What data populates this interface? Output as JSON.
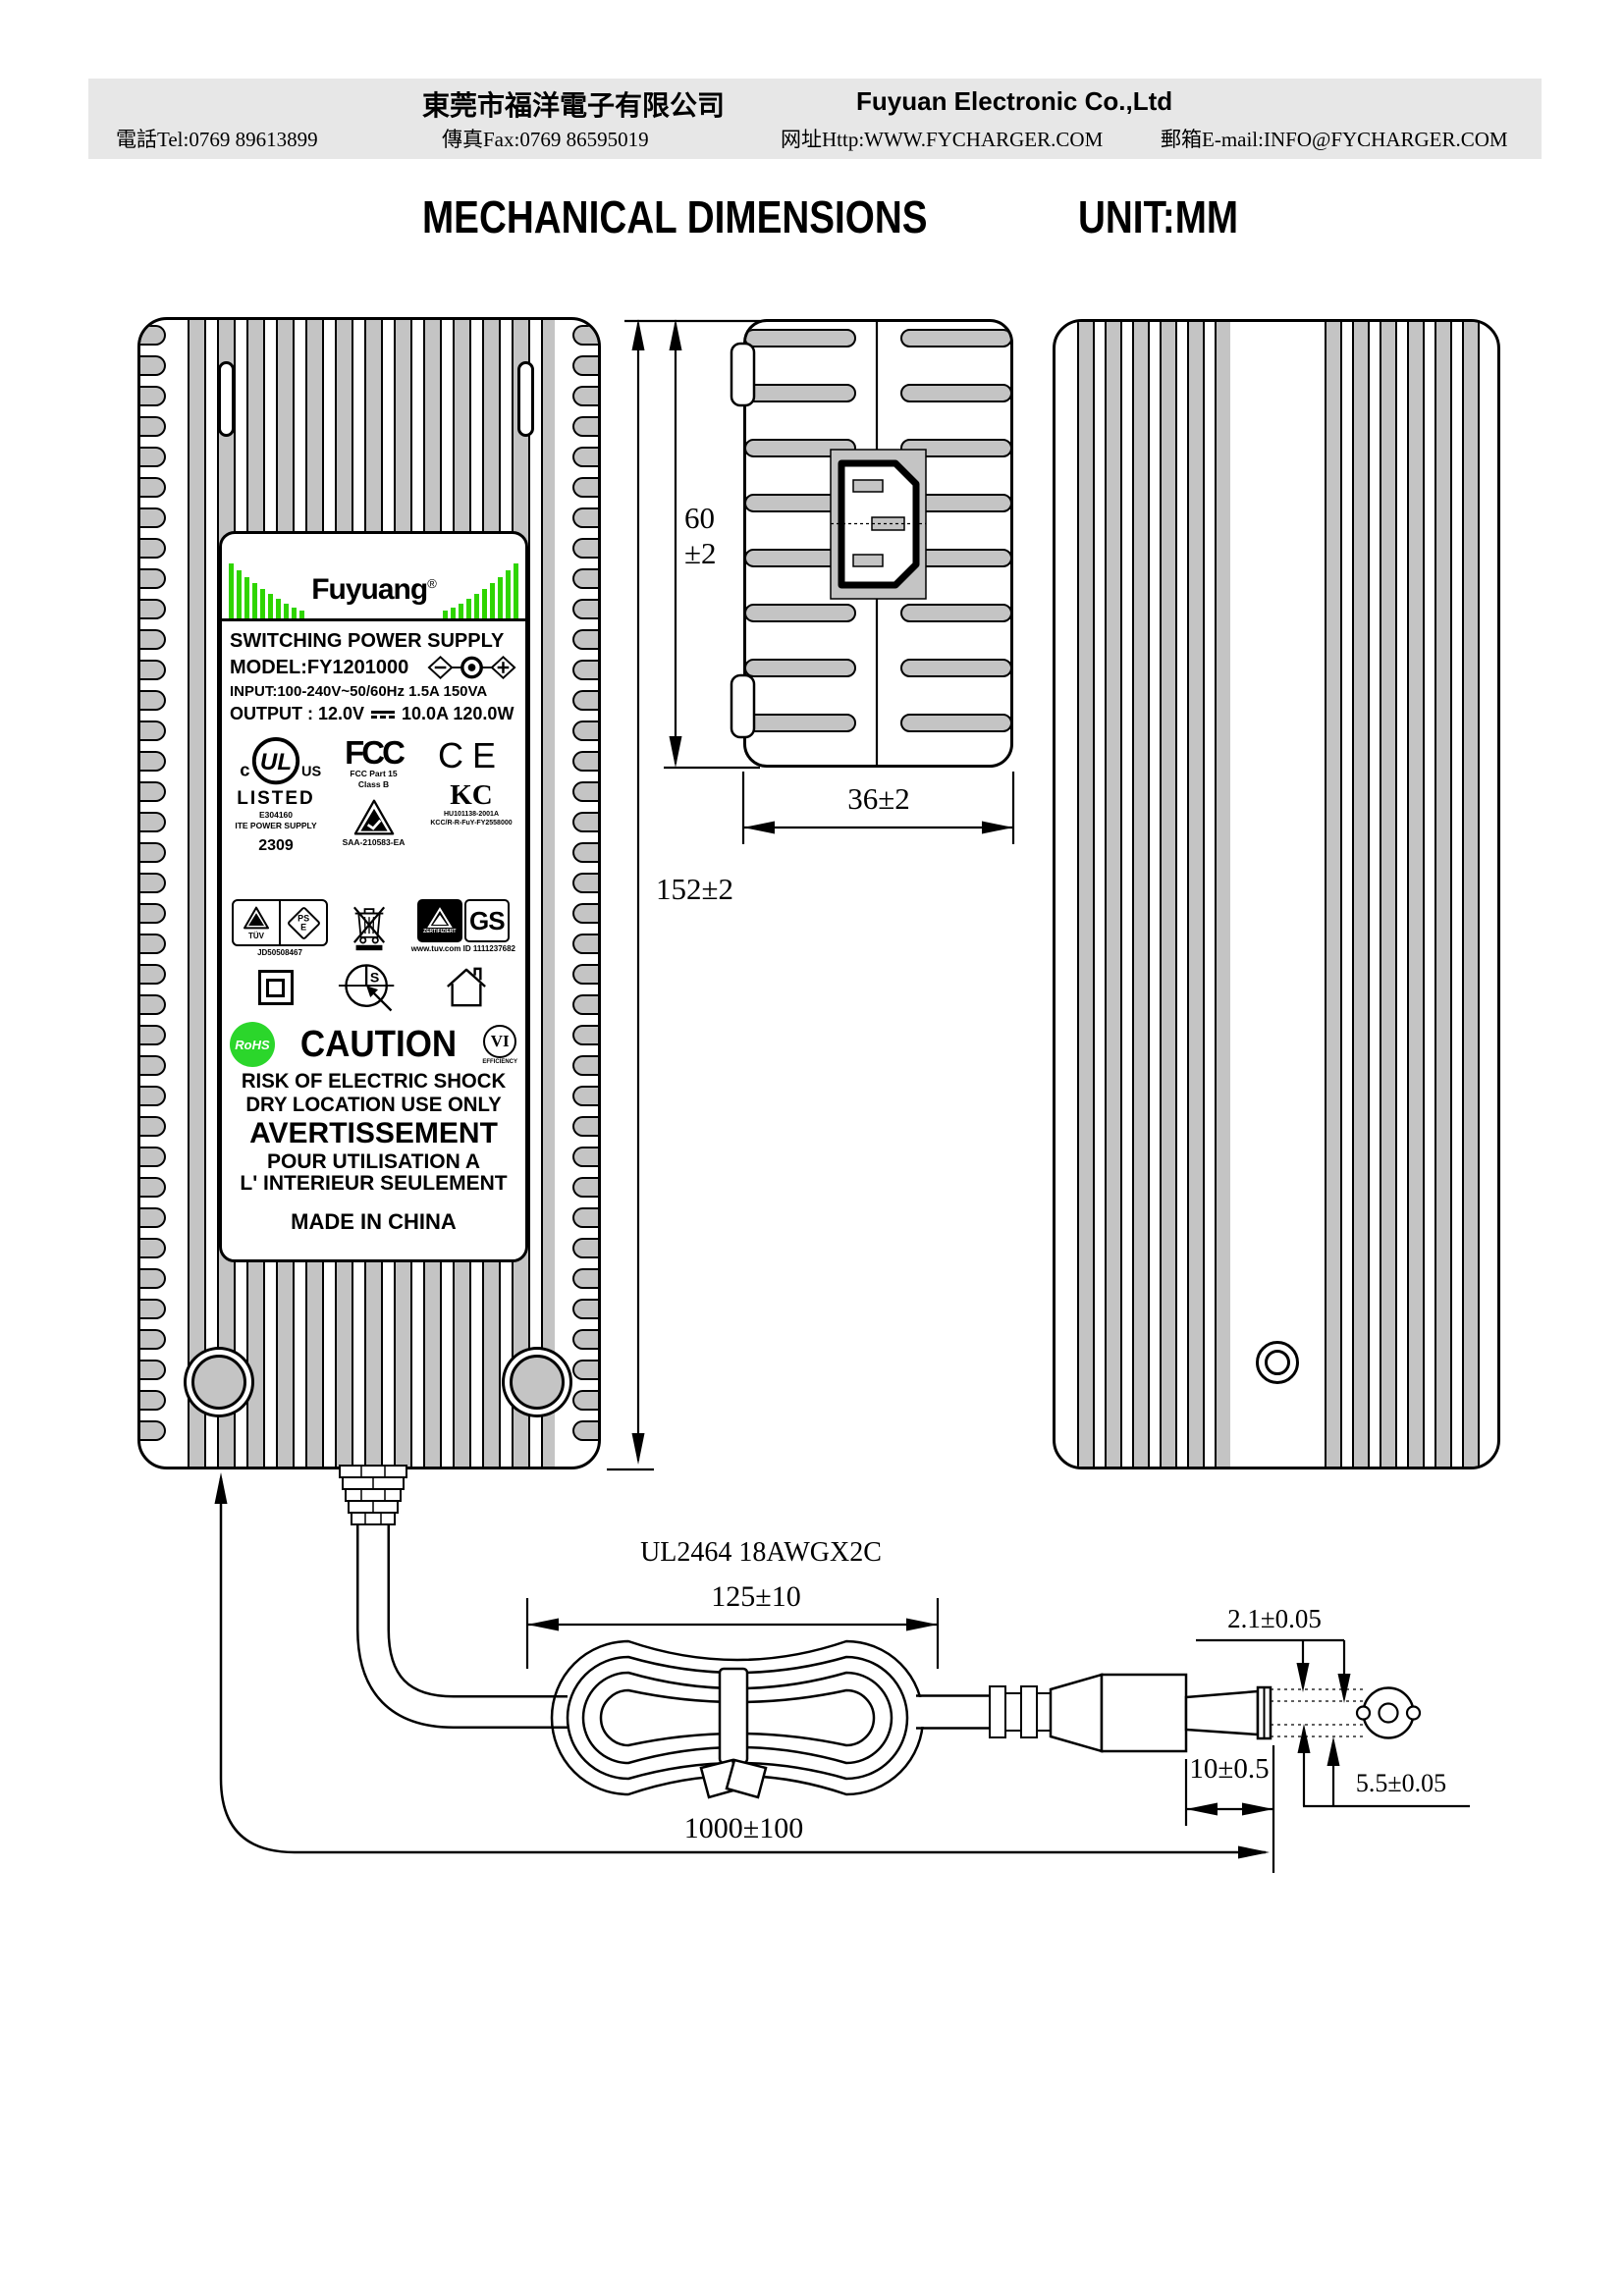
{
  "header": {
    "company_cn": "東莞市福洋電子有限公司",
    "company_en": "Fuyuan Electronic Co.,Ltd",
    "tel": "電話Tel:0769 89613899",
    "fax": "傳真Fax:0769 86595019",
    "web": "网址Http:WWW.FYCHARGER.COM",
    "email": "郵箱E-mail:INFO@FYCHARGER.COM"
  },
  "title": {
    "main": "MECHANICAL DIMENSIONS",
    "unit": "UNIT:MM"
  },
  "dims": {
    "front_height": "152±2",
    "side_height": "60",
    "side_height_tol": "±2",
    "side_width": "36±2",
    "cable_spec": "UL2464 18AWGX2C",
    "loop_length": "125±10",
    "total_length": "1000±100",
    "pin_dia": "2.1±0.05",
    "barrel_len": "10±0.5",
    "barrel_dia": "5.5±0.05"
  },
  "label": {
    "brand": "Fuyuang",
    "reg": "®",
    "product": "SWITCHING POWER SUPPLY",
    "model": "MODEL:FY1201000",
    "input": "INPUT:100-240V~50/60Hz 1.5A 150VA",
    "output_prefix": "OUTPUT : 12.0V",
    "output_suffix": "10.0A 120.0W",
    "ul": {
      "ul": "UL",
      "c": "c",
      "us": "US",
      "listed": "LISTED",
      "file": "E304160",
      "type": "ITE POWER SUPPLY",
      "year": "2309"
    },
    "fcc": {
      "logo": "FCC",
      "line1": "FCC Part 15",
      "line2": "Class B"
    },
    "ce": "CE",
    "rcm": {
      "code": "SAA-210583-EA"
    },
    "kc": {
      "logo": "KC",
      "line1": "HU101138-2001A",
      "line2": "KCC/R-R-FuY-FY2558000"
    },
    "pse": {
      "tuv": "TÜV",
      "ps": "PS",
      "e": "E",
      "code": "JD50508467"
    },
    "gs": {
      "zert": "ZERTIFIZIERT",
      "gs": "GS",
      "web": "www.tuv.com",
      "id": "ID 1111237682"
    },
    "rohs": "RoHS",
    "caution": "CAUTION",
    "efficiency_mark": "VI",
    "efficiency_text": "EFFICIENCY",
    "warning1": "RISK OF ELECTRIC SHOCK",
    "warning2": "DRY LOCATION USE ONLY",
    "fr_title": "AVERTISSEMENT",
    "fr_line1": "POUR UTILISATION A",
    "fr_line2": "L' INTERIEUR SEULEMENT",
    "made_in": "MADE IN CHINA"
  },
  "colors": {
    "logo_green": "#2fd500",
    "rohs_green": "#2bd62b",
    "fin_gray": "#c4c4c4",
    "header_bg": "#e7e7e7"
  }
}
